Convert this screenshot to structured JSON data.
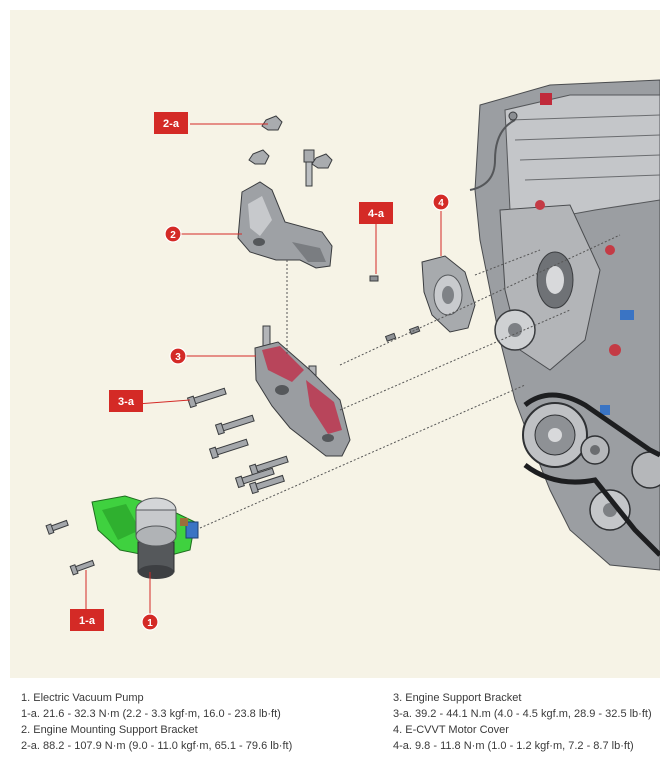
{
  "callouts": {
    "c1a": "1-a",
    "c2a": "2-a",
    "c3a": "3-a",
    "c4a": "4-a",
    "n1": "1",
    "n2": "2",
    "n3": "3",
    "n4": "4"
  },
  "legend": {
    "left": [
      "1. Electric Vacuum Pump",
      "1-a. 21.6 - 32.3 N·m (2.2 - 3.3 kgf·m, 16.0 - 23.8 lb·ft)",
      "2. Engine Mounting Support Bracket",
      "2-a. 88.2 - 107.9 N·m (9.0 - 11.0 kgf·m, 65.1 - 79.6 lb·ft)"
    ],
    "right": [
      "3. Engine Support Bracket",
      "3-a. 39.2 - 44.1 N.m (4.0 - 4.5 kgf.m, 28.9 - 32.5 lb·ft)",
      "4. E-CVVT Motor Cover",
      "4-a. 9.8 - 11.8 N·m (1.0 - 1.2 kgf·m, 7.2 - 8.7 lb·ft)"
    ]
  },
  "colors": {
    "panel_bg": "#f6f3e6",
    "callout_red": "#d42a26",
    "pump_green": "#3fd13f",
    "bracket_red": "#b8455b"
  }
}
